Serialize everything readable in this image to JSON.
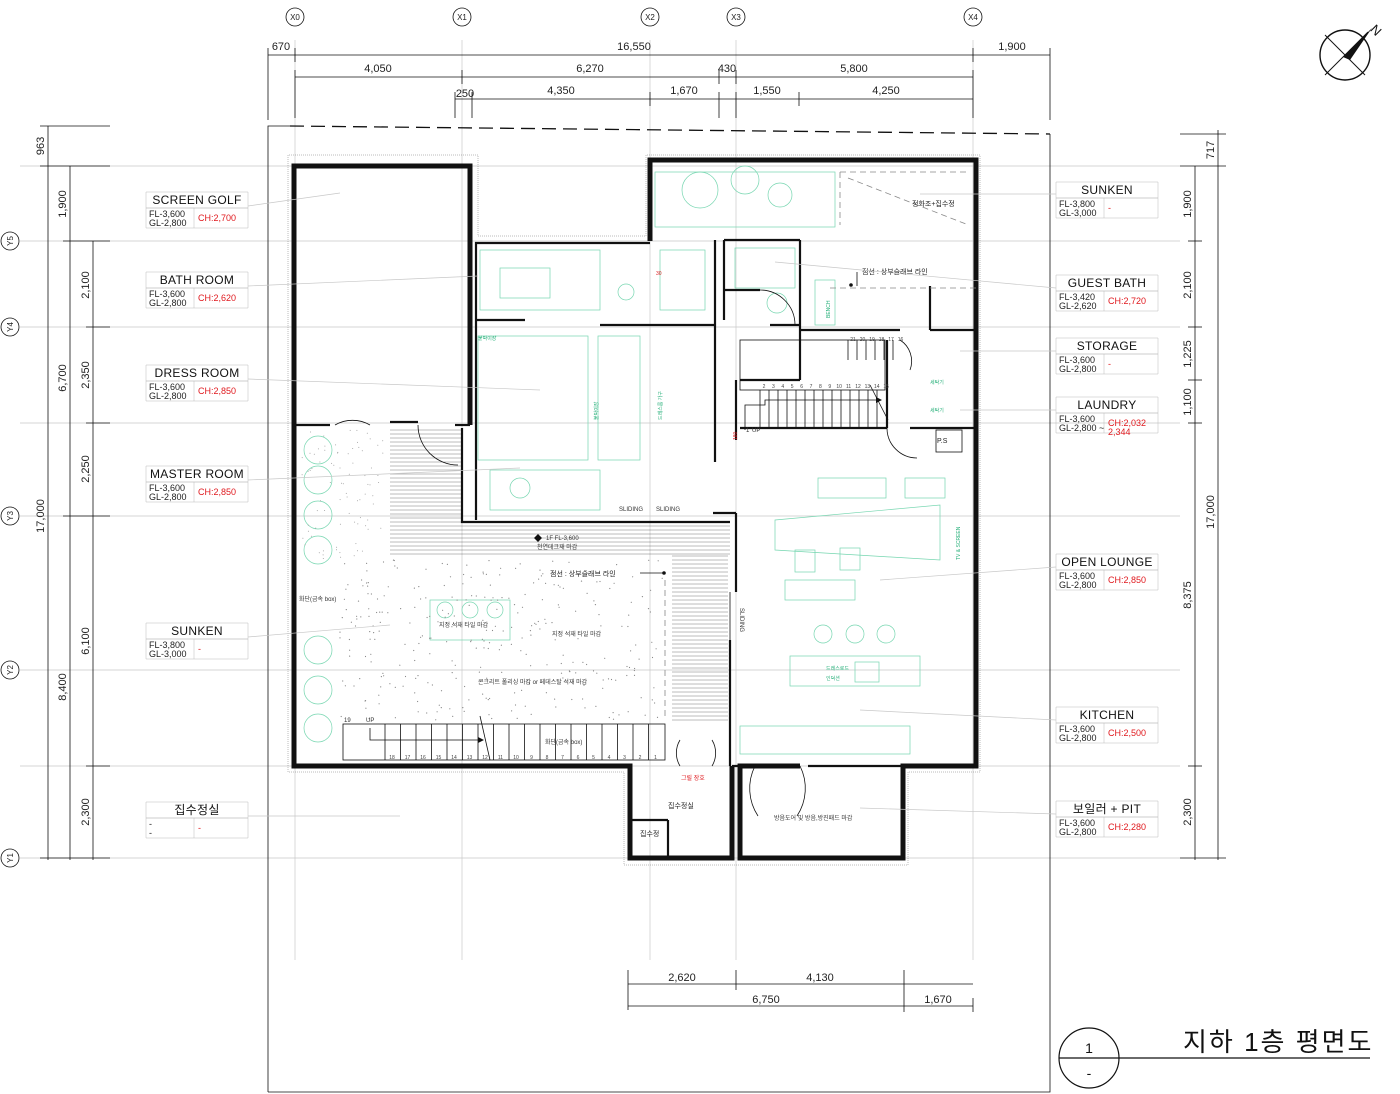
{
  "drawing": {
    "title": "지하 1층 평면도",
    "sheet_number": "1",
    "sheet_sub": "-"
  },
  "grid_x": [
    "X0",
    "X1",
    "X2",
    "X3",
    "X4"
  ],
  "grid_y": [
    "Y5",
    "Y4",
    "Y3",
    "Y2",
    "Y1"
  ],
  "dims_top": {
    "overall": [
      "670",
      "16,550",
      "1,900"
    ],
    "row2": [
      "4,050",
      "6,270",
      "430",
      "5,800"
    ],
    "row3": [
      "250",
      "4,350",
      "1,670",
      "1,550",
      "4,250"
    ]
  },
  "dims_bottom": {
    "row1": [
      "2,620",
      "4,130"
    ],
    "row2": [
      "6,750",
      "1,670"
    ]
  },
  "dims_left": {
    "outer": [
      "963"
    ],
    "total": [
      "17,000"
    ],
    "mid": [
      "1,900",
      "6,700",
      "8,400"
    ],
    "inner": [
      "2,100",
      "2,350",
      "2,250",
      "6,100",
      "2,300"
    ]
  },
  "dims_right": {
    "outer": [
      "717"
    ],
    "total": [
      "17,000"
    ],
    "mid": [
      "8,375"
    ],
    "inner": [
      "1,900",
      "2,100",
      "1,225",
      "1,100",
      "2,300"
    ]
  },
  "rooms_left": [
    {
      "name": "SCREEN GOLF",
      "fl": "FL-3,600",
      "gl": "GL-2,800",
      "ch": "CH:2,700"
    },
    {
      "name": "BATH ROOM",
      "fl": "FL-3,600",
      "gl": "GL-2,800",
      "ch": "CH:2,620"
    },
    {
      "name": "DRESS ROOM",
      "fl": "FL-3,600",
      "gl": "GL-2,800",
      "ch": "CH:2,850"
    },
    {
      "name": "MASTER ROOM",
      "fl": "FL-3,600",
      "gl": "GL-2,800",
      "ch": "CH:2,850"
    },
    {
      "name": "SUNKEN",
      "fl": "FL-3,800",
      "gl": "GL-3,000",
      "ch": "-"
    },
    {
      "name": "집수정실",
      "fl": "-",
      "gl": "-",
      "ch": "-"
    }
  ],
  "rooms_right": [
    {
      "name": "SUNKEN",
      "fl": "FL-3,800",
      "gl": "GL-3,000",
      "ch": "-"
    },
    {
      "name": "GUEST BATH",
      "fl": "FL-3,420",
      "gl": "GL-2,620",
      "ch": "CH:2,720"
    },
    {
      "name": "STORAGE",
      "fl": "FL-3,600",
      "gl": "GL-2,800",
      "ch": "-"
    },
    {
      "name": "LAUNDRY",
      "fl": "FL-3,600",
      "gl": "GL-2,800 ~",
      "ch": "CH:2,032",
      "ch2": "2,344"
    },
    {
      "name": "OPEN LOUNGE",
      "fl": "FL-3,600",
      "gl": "GL-2,800",
      "ch": "CH:2,850"
    },
    {
      "name": "KITCHEN",
      "fl": "FL-3,600",
      "gl": "GL-2,800",
      "ch": "CH:2,500"
    },
    {
      "name": "보일러 + PIT",
      "fl": "FL-3,600",
      "gl": "GL-2,800",
      "ch": "CH:2,280"
    }
  ],
  "notes": {
    "water_tank": "정화조+집수정",
    "dashed_slab_1": "점선 : 상부슬래브 라인",
    "dashed_slab_2": "점선 : 상부슬래브 라인",
    "deck_level": "1F FL-3,600",
    "deck_finish": "천연데크재 마감",
    "planter_1": "화단(금속 box)",
    "planter_2": "화단(금속 box)",
    "stone_tile_1": "지정 석재 타일 마감",
    "stone_tile_2": "지정 석재 타일 마감",
    "concrete_finish": "콘크리트 폴리싱 마감 or 페데스탈 석재 마감",
    "sliding_1": "SLIDING",
    "sliding_2": "SLIDING",
    "sliding_3": "SLIDING",
    "grill": "그릴 장호",
    "pump_room": "집수정실",
    "pump": "집수정",
    "boiler_finish": "방음도어 및 방음,방진패드 마감",
    "ps": "P.S",
    "up_1": "UP",
    "up_2": "UP",
    "stair_top_start": "19",
    "stair_lower_nums": [
      "18",
      "17",
      "16",
      "15",
      "14",
      "13",
      "12",
      "11",
      "10",
      "9",
      "8",
      "7",
      "6",
      "5",
      "4",
      "3",
      "2",
      "1"
    ],
    "stair_upper_nums": [
      "21",
      "20",
      "19",
      "18",
      "17",
      "16"
    ],
    "stair_mid_nums": [
      "2",
      "3",
      "4",
      "5",
      "6",
      "7",
      "8",
      "9",
      "10",
      "11",
      "12",
      "13",
      "14",
      "15"
    ],
    "stair_one": "1",
    "builtin": "붙박이장",
    "tv_screen": "TV & SCREEN",
    "dressroom_furn": "드레스룸 가구",
    "bench": "BENCH",
    "stair_label": "세탁기",
    "stair_label2": "세탁기",
    "wardrobe": "붙박이장",
    "induction": "인덕션",
    "island": "드레스로드",
    "mark_30": "30",
    "mark_180": "180"
  },
  "colors": {
    "accent_red": "#e0191e",
    "furniture_green": "#27b07a",
    "wall": "#111111",
    "grid": "#c8c8c8"
  }
}
